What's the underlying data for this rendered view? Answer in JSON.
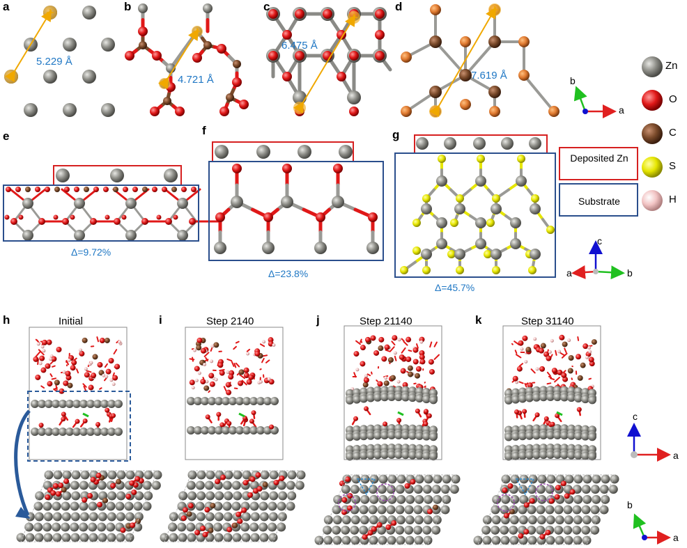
{
  "panels": {
    "a": {
      "letter": "a",
      "distance": "5.229 Å"
    },
    "b": {
      "letter": "b",
      "distance": "4.721 Å"
    },
    "c": {
      "letter": "c",
      "distance": "6.475 Å"
    },
    "d": {
      "letter": "d",
      "distance": "7.619 Å"
    },
    "e": {
      "letter": "e",
      "mismatch": "Δ=9.72%"
    },
    "f": {
      "letter": "f",
      "mismatch": "Δ=23.8%"
    },
    "g": {
      "letter": "g",
      "mismatch": "Δ=45.7%"
    },
    "h": {
      "letter": "h",
      "title": "Initial"
    },
    "i": {
      "letter": "i",
      "title": "Step 2140"
    },
    "j": {
      "letter": "j",
      "title": "Step 21140"
    },
    "k": {
      "letter": "k",
      "title": "Step 31140"
    }
  },
  "legend": {
    "atoms": [
      {
        "label": "Zn",
        "color": "#8c8c86"
      },
      {
        "label": "O",
        "color": "#e01818"
      },
      {
        "label": "C",
        "color": "#7a4a2a"
      },
      {
        "label": "S",
        "color": "#e6e600"
      },
      {
        "label": "H",
        "color": "#f2c4c4"
      }
    ],
    "boxes": {
      "deposited": "Deposited Zn",
      "substrate": "Substrate"
    }
  },
  "axes": {
    "top": {
      "x": "a",
      "y": "b"
    },
    "mid": {
      "left": "a",
      "up": "c",
      "right": "b"
    },
    "lower": {
      "x": "a",
      "up": "c"
    },
    "bottom": {
      "x": "a",
      "y": "b"
    }
  },
  "colors": {
    "zn": "#8c8c86",
    "o": "#e01818",
    "c": "#7a4a2a",
    "s": "#e6e600",
    "h": "#f2c4c4",
    "measure_line": "#f0a800",
    "measure_text": "#1f77c4",
    "deposited_box": "#d62020",
    "substrate_box": "#2a4e8c"
  }
}
